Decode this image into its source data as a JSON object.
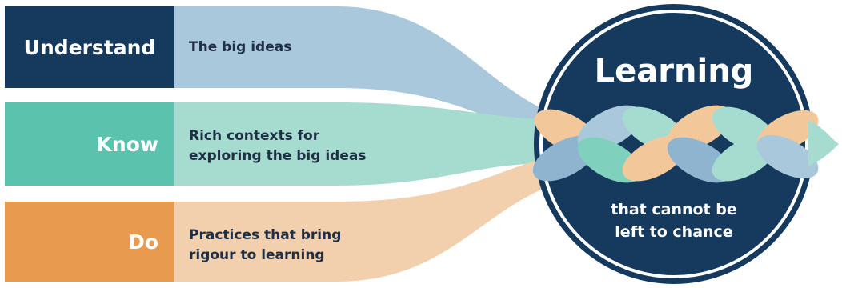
{
  "colors": {
    "navy": "#163a5e",
    "teal": "#5bc2ad",
    "orange": "#e89a4e",
    "band_blue": "#a9c8dc",
    "band_teal": "#a6dcd0",
    "band_orange": "#f2d0ad",
    "text_dark": "#1f2f45"
  },
  "rows": [
    {
      "label": "Understand",
      "text": "The big ideas"
    },
    {
      "label": "Know",
      "text": "Rich contexts for\nexploring the big ideas"
    },
    {
      "label": "Do",
      "text": "Practices that bring\nrigour to learning"
    }
  ],
  "circle": {
    "title": "Learning",
    "subtitle": "that cannot be\nleft to chance"
  }
}
